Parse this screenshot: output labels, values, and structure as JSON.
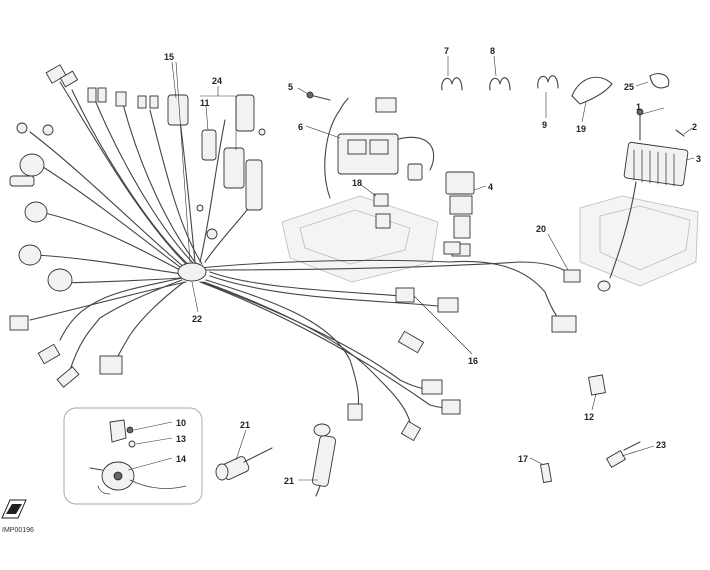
{
  "callouts": {
    "c1": "1",
    "c2": "2",
    "c3": "3",
    "c4": "4",
    "c5": "5",
    "c6": "6",
    "c7": "7",
    "c8": "8",
    "c9": "9",
    "c10": "10",
    "c11": "11",
    "c12": "12",
    "c13": "13",
    "c14": "14",
    "c15": "15",
    "c16": "16",
    "c17": "17",
    "c18": "18",
    "c19": "19",
    "c20": "20",
    "c21a": "21",
    "c21b": "21",
    "c22": "22",
    "c23": "23",
    "c24": "24",
    "c25": "25"
  },
  "drawing_code": "IMP00196"
}
